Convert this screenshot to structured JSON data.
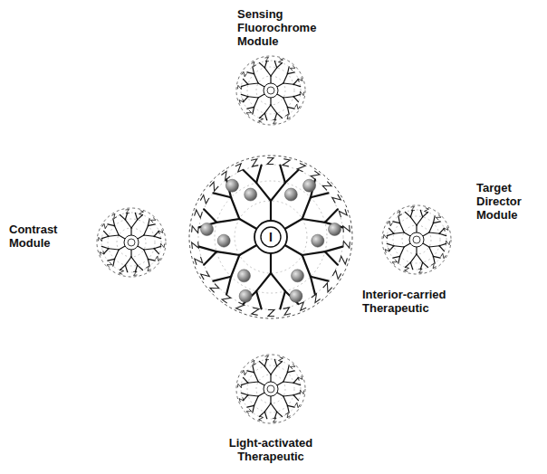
{
  "diagram": {
    "nodes": [
      {
        "text": [
          "Sensing Fluorochrome Module"
        ]
      },
      {
        "text": [
          "Contrast Module"
        ]
      },
      {
        "text": [
          "I",
          "Interior-carried Therapeutic"
        ]
      },
      {
        "text": [
          "Target Director Module"
        ]
      },
      {
        "text": [
          "Light-activated Therapeutic"
        ]
      }
    ]
  }
}
